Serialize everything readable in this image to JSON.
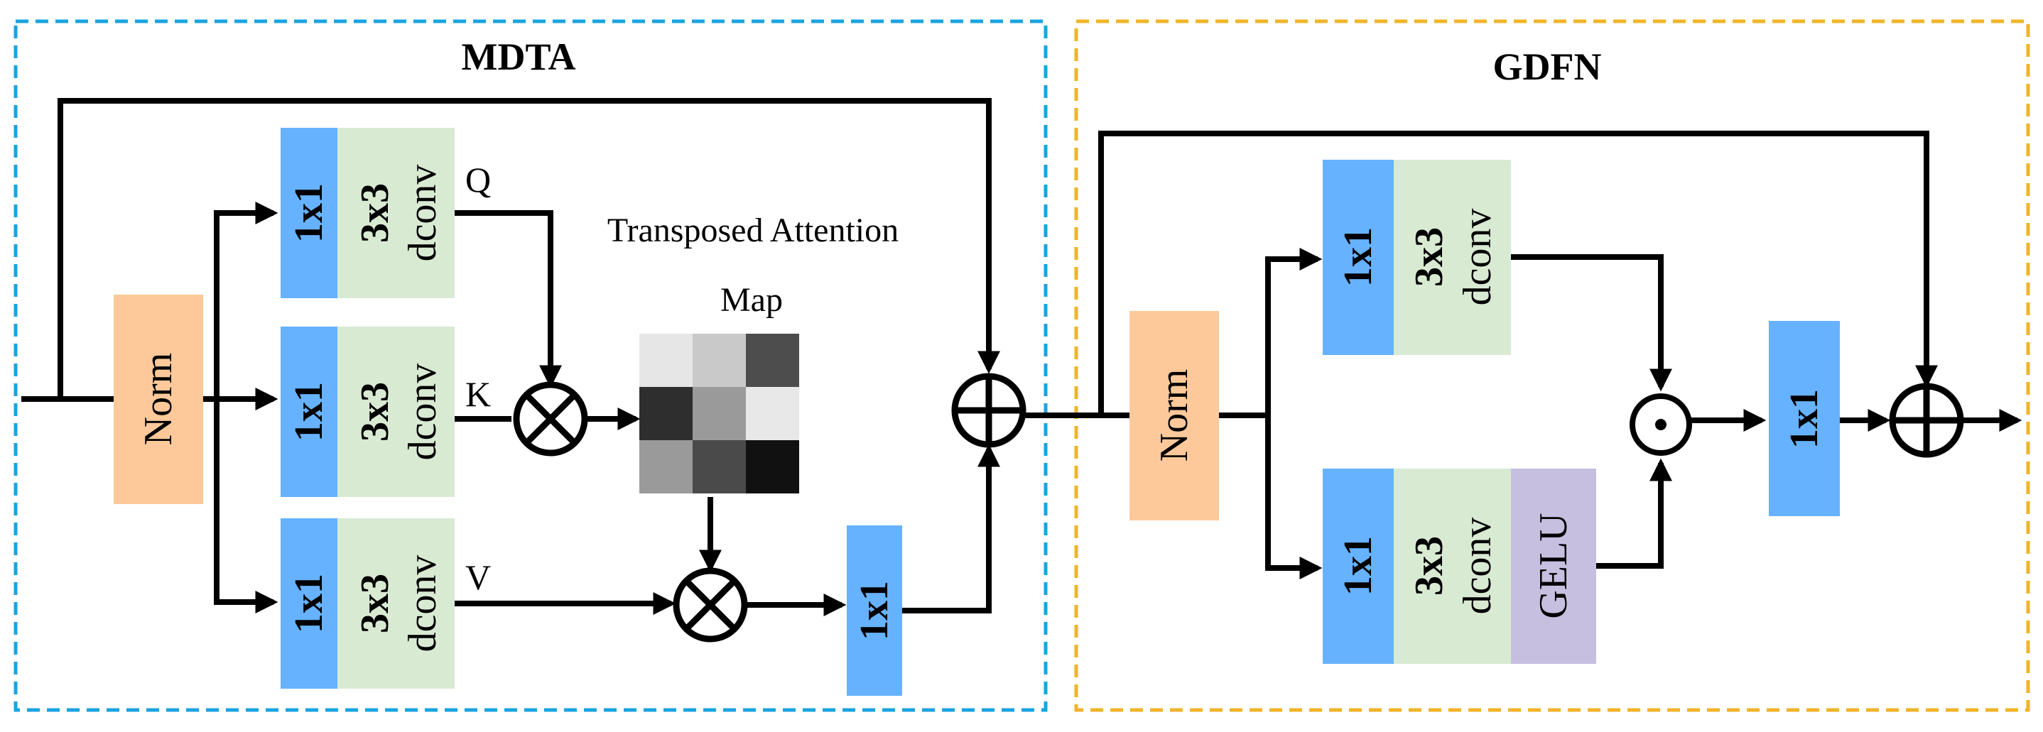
{
  "colors": {
    "mdta_border": "#1aa3e0",
    "gdfn_border": "#f0b429",
    "conv1x1": "#66b2ff",
    "dconv": "#d9ead3",
    "norm": "#fdc99a",
    "gelu": "#c6bfe0"
  },
  "mdta": {
    "title": "MDTA",
    "norm_label": "Norm",
    "attention_label_line1": "Transposed Attention",
    "attention_label_line2": "Map",
    "q_label": "Q",
    "k_label": "K",
    "v_label": "V",
    "conv1x1_label": "1x1",
    "conv3x3_label": "3x3",
    "dconv_label": "dconv",
    "out_conv_label": "1x1",
    "attention_map_grays": [
      [
        "#e6e6e6",
        "#c9c9c9",
        "#4d4d4d"
      ],
      [
        "#2e2e2e",
        "#9a9a9a",
        "#e8e8e8"
      ],
      [
        "#9a9a9a",
        "#4a4a4a",
        "#111111"
      ]
    ]
  },
  "gdfn": {
    "title": "GDFN",
    "norm_label": "Norm",
    "conv1x1_label": "1x1",
    "conv3x3_label": "3x3",
    "dconv_label": "dconv",
    "gelu_label": "GELU",
    "out_conv_label": "1x1"
  },
  "icons": {
    "multiply": "circle-times-icon",
    "add": "circle-plus-icon",
    "elementwise": "circle-dot-icon"
  }
}
